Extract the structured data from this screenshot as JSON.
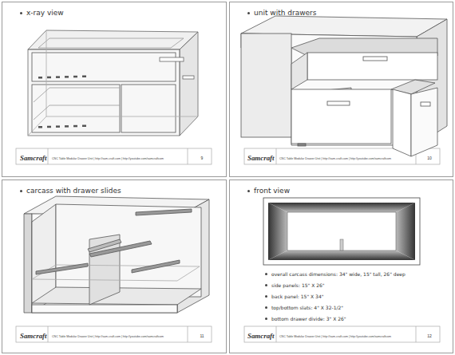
{
  "diagram": {
    "nodes": [
      {
        "text": [
          "x-ray view",
          "Samcraft",
          "CNC Table Modular Drawer Unit | http://sam-craft.com | http://youtube.com/samcraftcom",
          "9"
        ]
      },
      {
        "text": [
          "unit with drawers",
          "Samcraft",
          "CNC Table Modular Drawer Unit | http://sam-craft.com | http://youtube.com/samcraftcom",
          "10"
        ]
      },
      {
        "text": [
          "carcass with drawer slides",
          "Samcraft",
          "CNC Table Modular Drawer Unit | http://sam-craft.com | http://youtube.com/samcraftcom",
          "11"
        ]
      },
      {
        "text": [
          "front view",
          "Samcraft",
          "CNC Table Modular Drawer Unit | http://sam-craft.com | http://youtube.com/samcraftcom",
          "12",
          "overall carcass dimensions: 34\" wide, 15\" tall, 26\" deep",
          "side panels: 15\" X 26\"",
          "back panel: 15\" X 34\"",
          "top/bottom slats: 4\" X 32-1/2\"",
          "bottom drawer divide: 3\" X 26\""
        ]
      }
    ]
  }
}
